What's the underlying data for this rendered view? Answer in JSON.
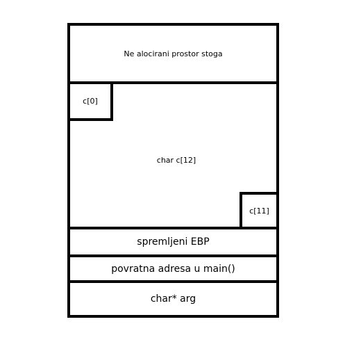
{
  "diagram": {
    "title": "",
    "sections": {
      "unallocated": "Ne alocirani prostor stoga",
      "array": "char c[12]",
      "array_first": "c[0]",
      "array_last": "c[11]",
      "saved_ebp": "spremljeni EBP",
      "return_address": "povratna adresa u main()",
      "argument": "char* arg"
    },
    "colors": {
      "border": "#000000",
      "background": "#ffffff"
    }
  }
}
